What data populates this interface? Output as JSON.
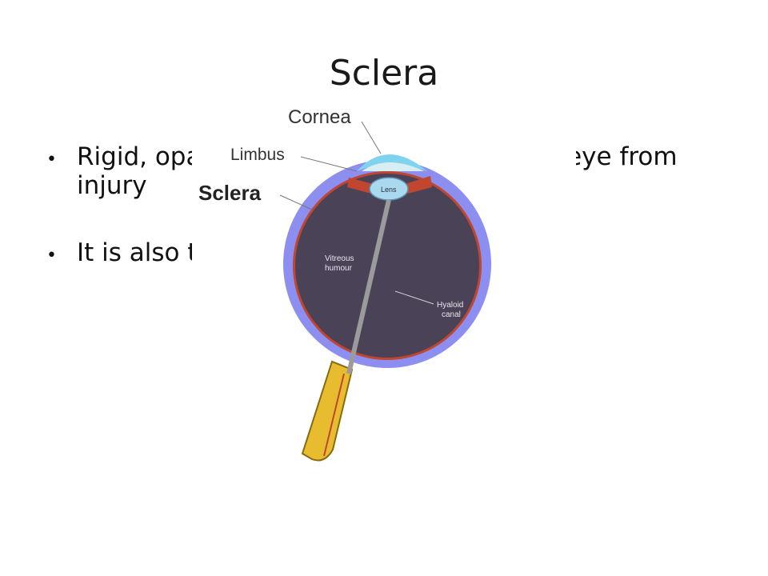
{
  "slide": {
    "title": "Sclera",
    "bullets": [
      {
        "text": "Rigid, opaque outer layer; protects the eye from injury"
      },
      {
        "text": "It is also the white part of the eye"
      }
    ]
  },
  "figure": {
    "labels": {
      "cornea": "Cornea",
      "limbus": "Limbus",
      "sclera": "Sclera",
      "lens": "Lens",
      "vitreous": [
        "Vitreous",
        "humour"
      ],
      "hyaloid": [
        "Hyaloid",
        "canal"
      ]
    },
    "colors": {
      "sclera": "#8c8ff0",
      "interior": "#4a4257",
      "cornea": "#7fd3ec",
      "lens": "#a9d8ef",
      "nerve": "#e7bd2f",
      "iris": "#c0462f"
    }
  }
}
